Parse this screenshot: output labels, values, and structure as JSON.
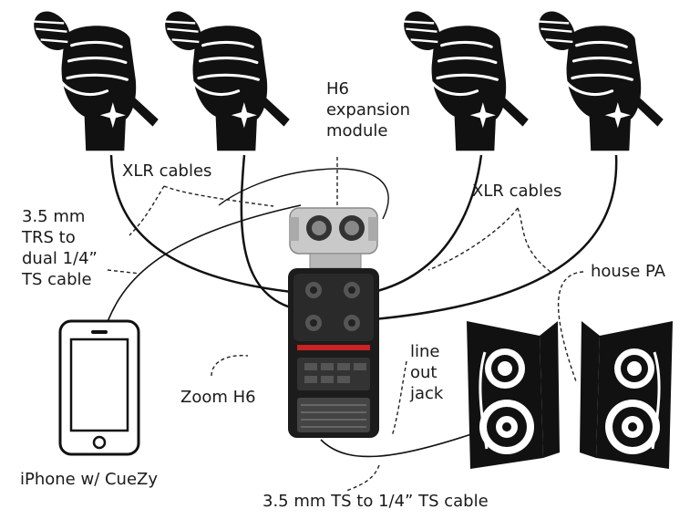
{
  "labels": {
    "xlr_left": "XLR cables",
    "xlr_right": "XLR cables",
    "h6_module": [
      "H6",
      "expansion",
      "module"
    ],
    "trs_cable": [
      "3.5 mm",
      "TRS to",
      "dual 1/4”",
      "TS cable"
    ],
    "house_pa": "house PA",
    "line_out": [
      "line",
      "out",
      "jack"
    ],
    "zoom_h6": "Zoom H6",
    "iphone": "iPhone w/ CueZy",
    "ts_cable": "3.5 mm TS to 1/4” TS cable"
  },
  "icons": {
    "microphones": [
      "microphone-fist-icon",
      "microphone-fist-icon",
      "microphone-fist-icon",
      "microphone-fist-icon"
    ],
    "recorder": "zoom-h6-recorder-icon",
    "module": "expansion-module-icon",
    "phone": "smartphone-icon",
    "speakers": [
      "speaker-icon",
      "speaker-icon"
    ]
  },
  "colors": {
    "ink": "#111111",
    "recorder_body": "#1c1c1c",
    "module_silver": "#c9c9c9",
    "button_red": "#cc2222"
  }
}
